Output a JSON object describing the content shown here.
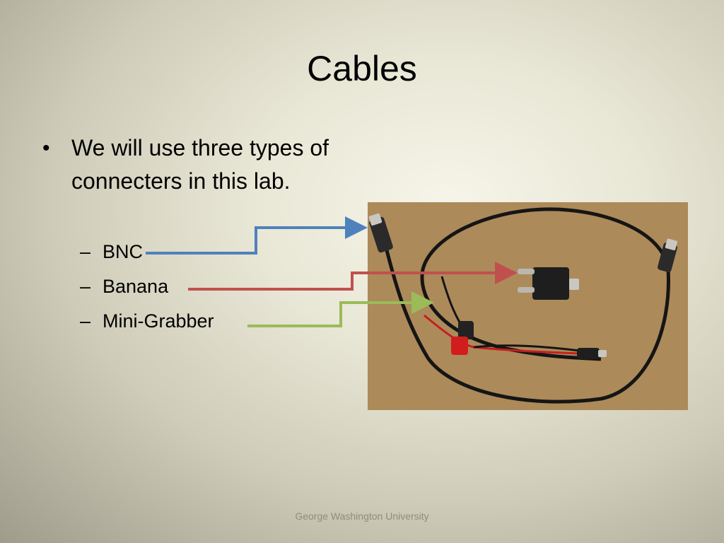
{
  "slide": {
    "title": "Cables",
    "bullet": "We will use three types of connecters in this lab.",
    "sub_items": [
      {
        "label": "BNC",
        "arrow_color": "#4f81bd"
      },
      {
        "label": "Banana",
        "arrow_color": "#c0504d"
      },
      {
        "label": "Mini-Grabber",
        "arrow_color": "#9bbb59"
      }
    ],
    "footer": "George Washington University"
  },
  "colors": {
    "bnc_arrow": "#4f81bd",
    "banana_arrow": "#c0504d",
    "grabber_arrow": "#9bbb59",
    "photo_background": "#b08e5e",
    "cable": "#151515"
  },
  "photo": {
    "subject": "cables-photo"
  }
}
